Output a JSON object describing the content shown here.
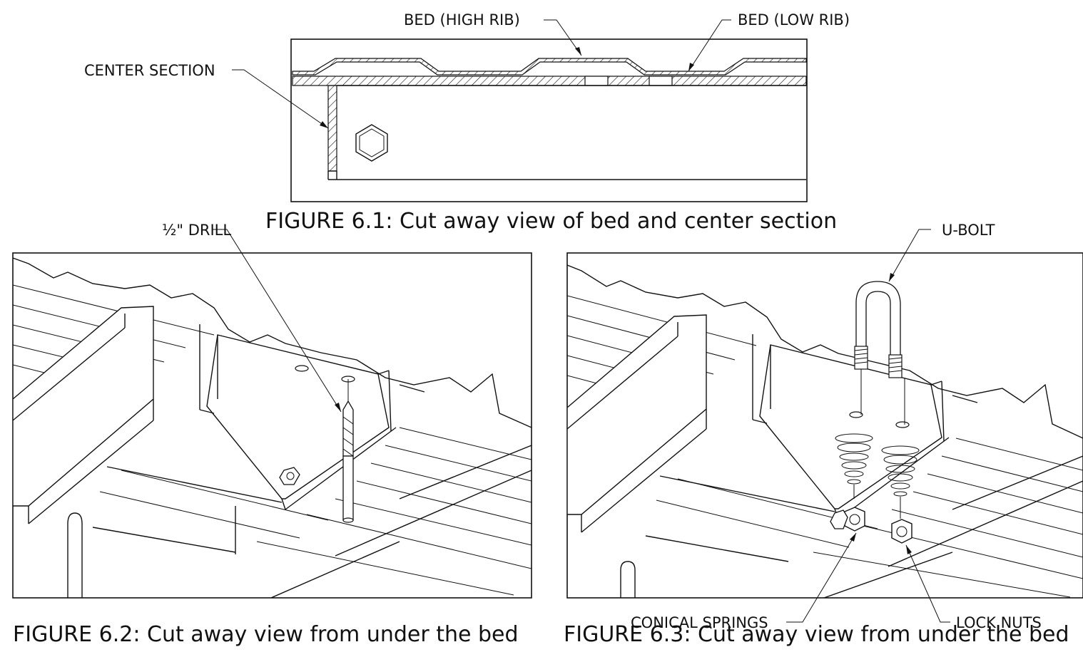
{
  "figure_1": {
    "caption": "FIGURE 6.1: Cut away view of bed and center section",
    "labels": {
      "bed_high_rib": "BED (HIGH RIB)",
      "bed_low_rib": "BED (LOW RIB)",
      "center_section": "CENTER SECTION"
    }
  },
  "figure_2": {
    "caption": "FIGURE 6.2: Cut away view from under the bed",
    "labels": {
      "drill": "½\" DRILL"
    }
  },
  "figure_3": {
    "caption": "FIGURE 6.3: Cut away view from under the bed",
    "labels": {
      "u_bolt": "U-BOLT",
      "conical_springs": "CONICAL SPRINGS",
      "lock_nuts": "LOCK NUTS"
    }
  },
  "colors": {
    "line": "#111111",
    "background": "#ffffff"
  }
}
